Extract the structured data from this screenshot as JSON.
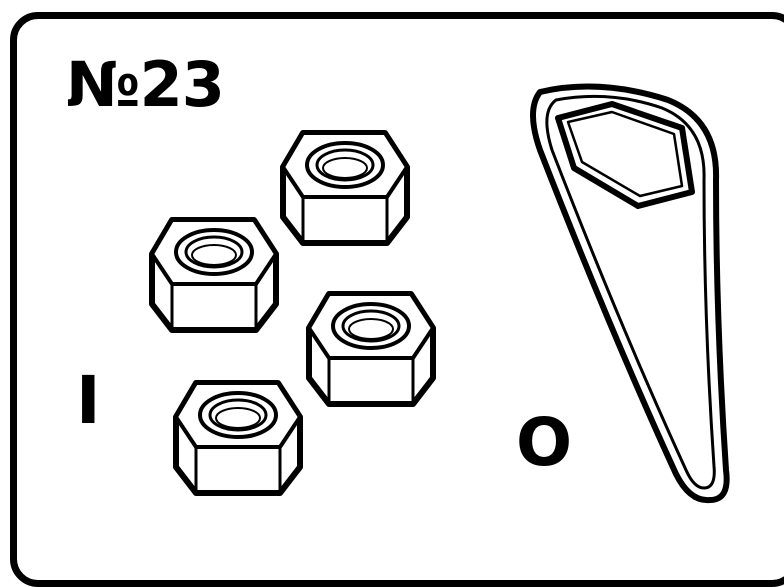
{
  "part_number": "№23",
  "nuts_quantity_label": "I",
  "wrench_quantity_label": "O",
  "colors": {
    "stroke": "#000000",
    "fill": "#ffffff",
    "shade": "#d9d9d9"
  },
  "parts": [
    {
      "name": "hex-nut",
      "icon": "hex-nut-icon",
      "count": 4
    },
    {
      "name": "hex-wrench",
      "icon": "wrench-icon",
      "count": 1
    }
  ]
}
